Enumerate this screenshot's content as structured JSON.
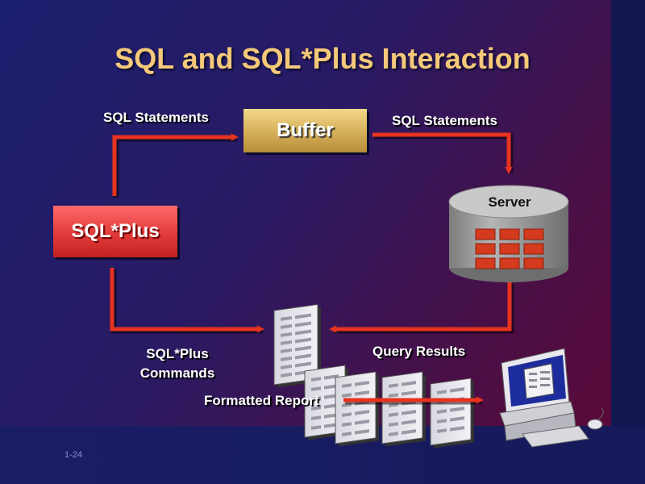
{
  "title": "SQL and SQL*Plus Interaction",
  "nodes": {
    "buffer": "Buffer",
    "sqlplus": "SQL*Plus",
    "server": "Server"
  },
  "labels": {
    "sql_statements_left": "SQL Statements",
    "sql_statements_right": "SQL Statements",
    "sqlplus_commands_line1": "SQL*Plus",
    "sqlplus_commands_line2": "Commands",
    "query_results": "Query Results",
    "formatted_report": "Formatted Report"
  },
  "icons": [
    "database-server-icon",
    "document-stack-icon",
    "computer-icon"
  ],
  "colors": {
    "title": "#f5c97a",
    "arrow": "#e8331f",
    "buffer": "#d8b25c",
    "sqlplus": "#e23b3b",
    "server": "#9a9a9a"
  },
  "footer": {
    "page_number": "1-24"
  }
}
